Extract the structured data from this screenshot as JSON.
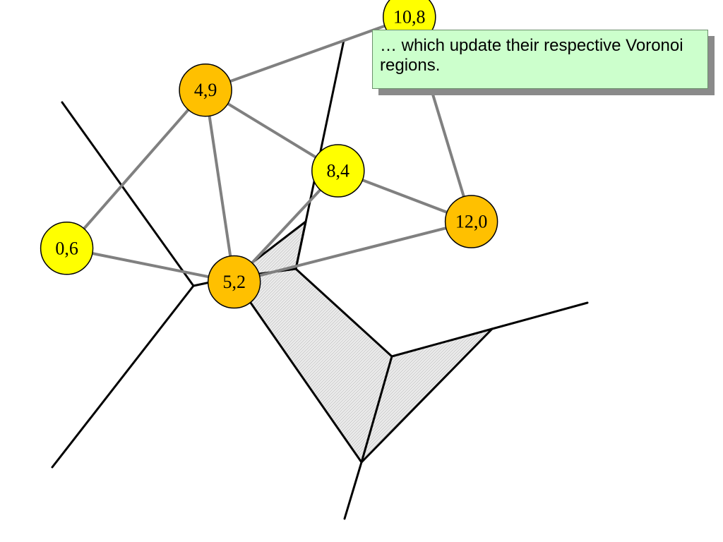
{
  "callout": {
    "text": "… which update their respective Voronoi regions."
  },
  "colors": {
    "site_fill_light": "#ffff00",
    "site_fill_dark": "#ffc000",
    "delaunay_edge": "#808080",
    "voronoi_edge": "#000000",
    "region_fill": "#d9d9d9",
    "callout_background": "#ccffcc"
  },
  "sites": [
    {
      "id": "s49",
      "label": "4,9",
      "x": 4,
      "y": 9,
      "style": "dark"
    },
    {
      "id": "s108",
      "label": "10,8",
      "x": 10,
      "y": 8,
      "style": "light"
    },
    {
      "id": "s06",
      "label": "0,6",
      "x": 0,
      "y": 6,
      "style": "light"
    },
    {
      "id": "s84",
      "label": "8,4",
      "x": 8,
      "y": 4,
      "style": "light"
    },
    {
      "id": "s52",
      "label": "5,2",
      "x": 5,
      "y": 2,
      "style": "dark"
    },
    {
      "id": "s120",
      "label": "12,0",
      "x": 12,
      "y": 0,
      "style": "dark"
    }
  ],
  "delaunay_edges": [
    [
      "s49",
      "s06"
    ],
    [
      "s49",
      "s108"
    ],
    [
      "s49",
      "s52"
    ],
    [
      "s49",
      "s84"
    ],
    [
      "s06",
      "s52"
    ],
    [
      "s52",
      "s84"
    ],
    [
      "s52",
      "s120"
    ],
    [
      "s84",
      "s120"
    ],
    [
      "s108",
      "s120"
    ]
  ]
}
